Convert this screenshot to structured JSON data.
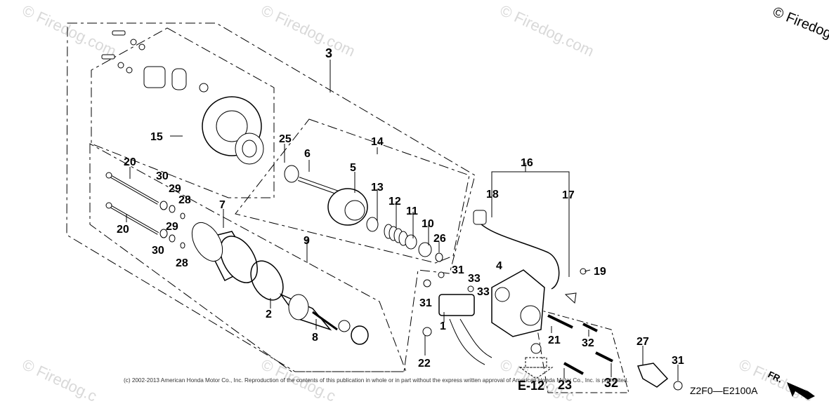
{
  "watermark": {
    "text": "© Firedog.com",
    "corner_text": "© Firedog.co"
  },
  "copyright": "(c) 2002-2013 American Honda Motor Co., Inc. Reproduction of the contents of this publication in whole or in part without the express written approval of American Honda Motor Co., Inc. is prohibited.",
  "diagram_code": "Z2F0—E2100A",
  "ref_label": "E-12",
  "front_label": "FR.",
  "callouts": [
    "1",
    "2",
    "3",
    "4",
    "5",
    "6",
    "7",
    "8",
    "9",
    "10",
    "11",
    "12",
    "13",
    "14",
    "15",
    "16",
    "17",
    "18",
    "19",
    "20",
    "20",
    "21",
    "22",
    "23",
    "25",
    "26",
    "27",
    "28",
    "28",
    "29",
    "29",
    "30",
    "30",
    "31",
    "31",
    "31",
    "32",
    "32",
    "33",
    "33"
  ]
}
